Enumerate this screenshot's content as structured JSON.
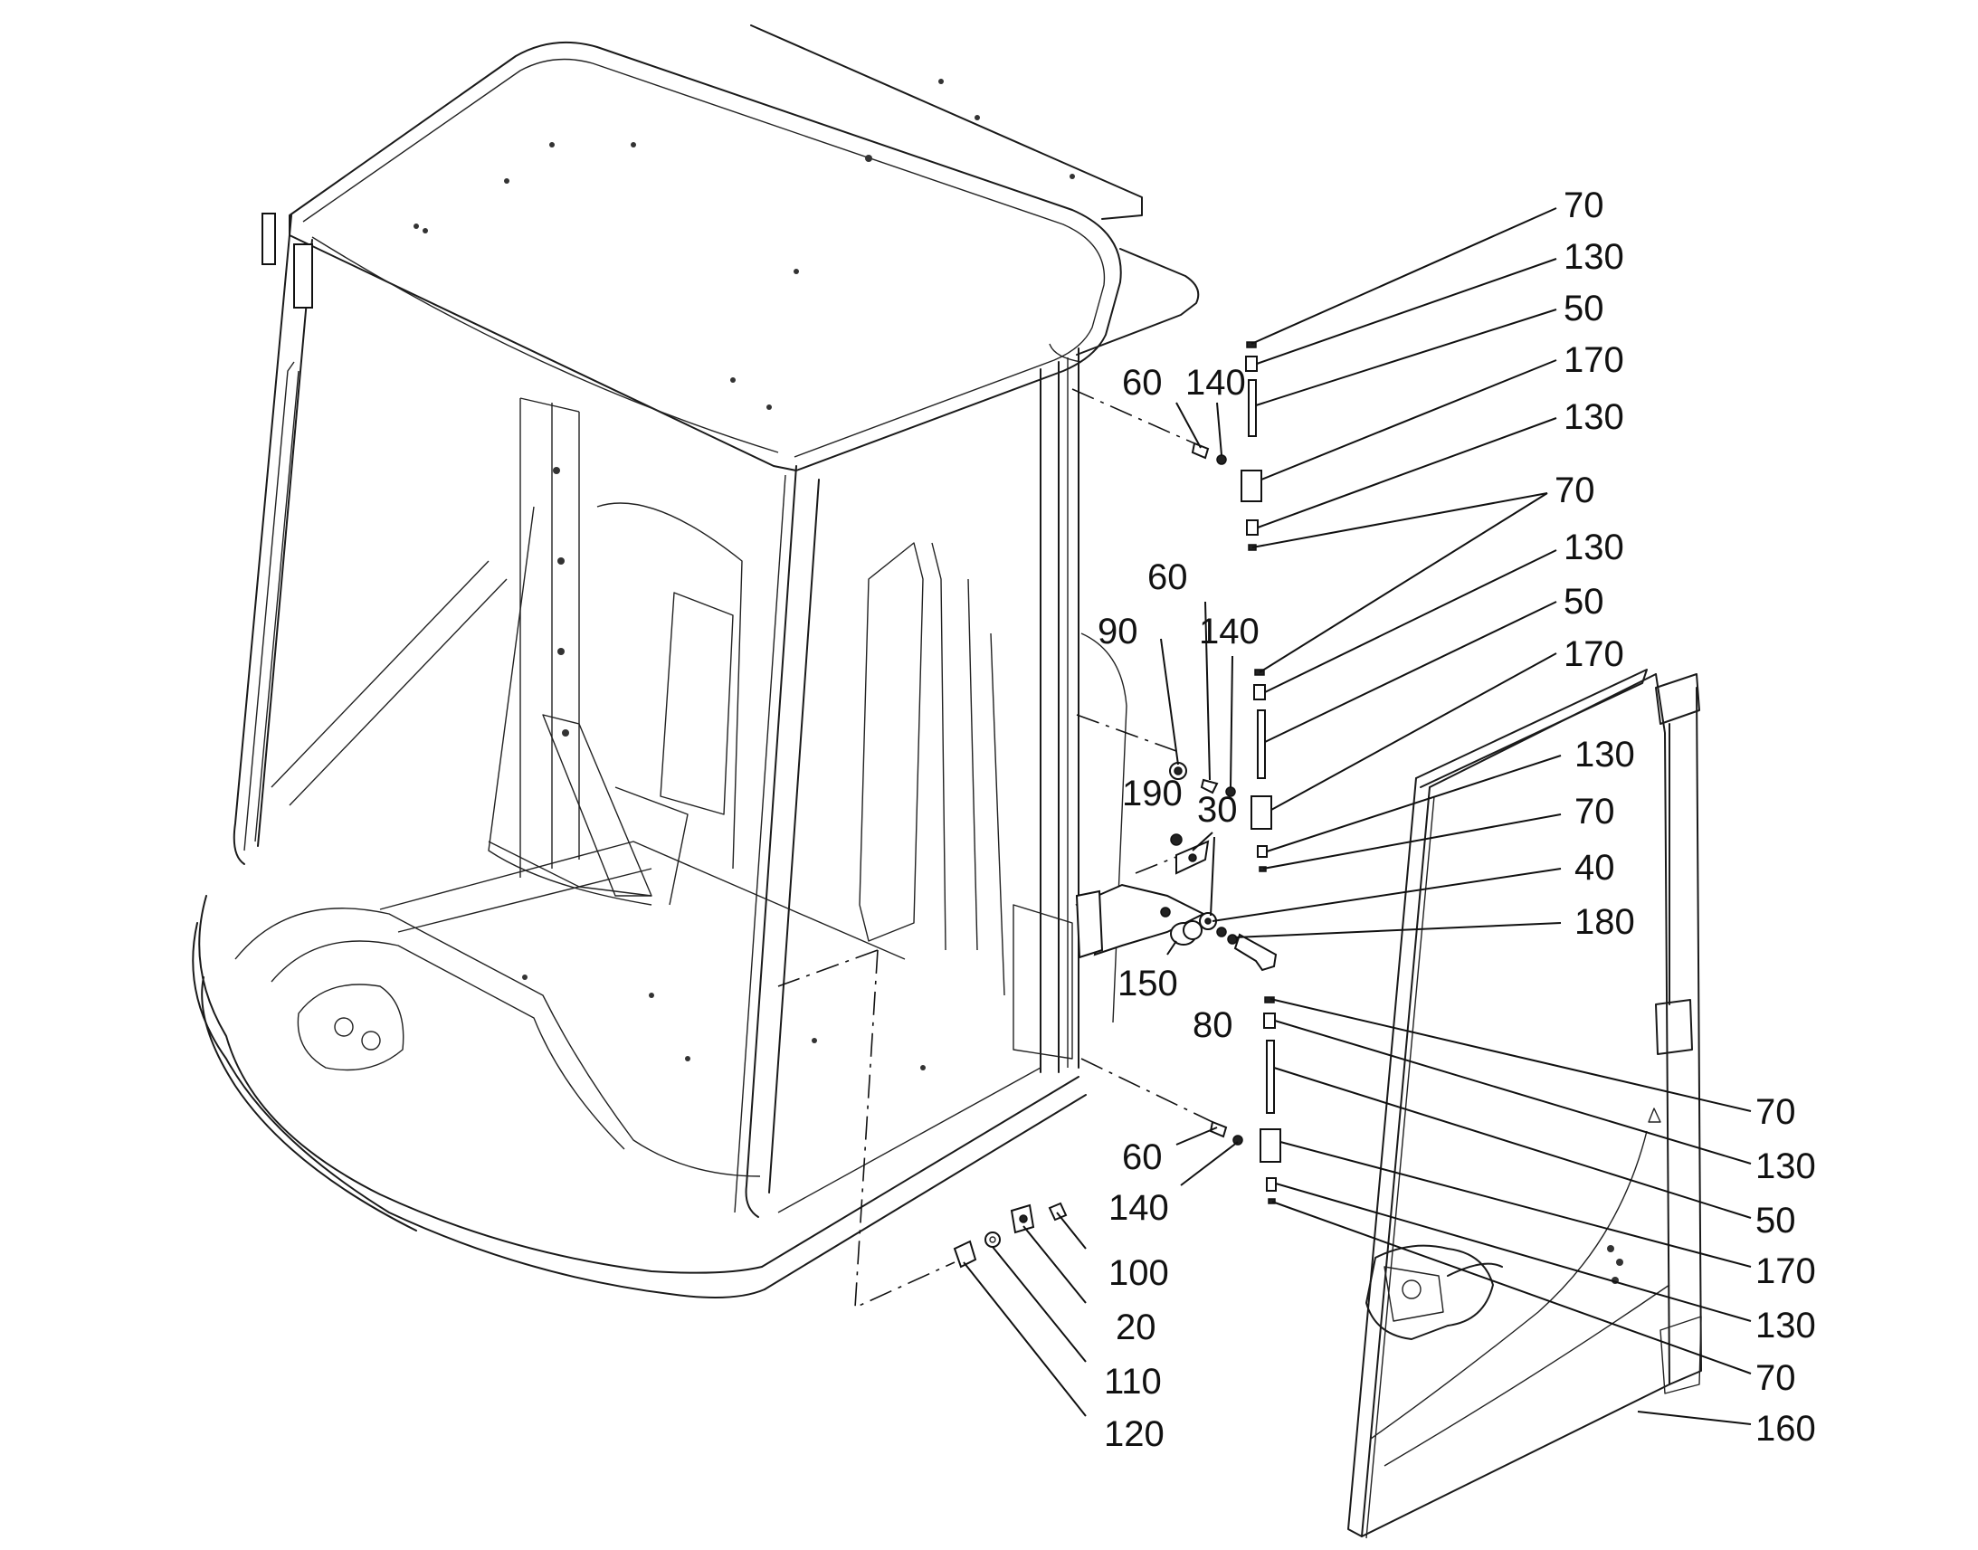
{
  "callouts": {
    "top_70": "70",
    "top_130": "130",
    "top_50": "50",
    "top_170": "170",
    "top_130b": "130",
    "top_60": "60",
    "top_140": "140",
    "mid_70": "70",
    "mid_130": "130",
    "mid_50": "50",
    "mid_170": "170",
    "mid_60": "60",
    "mid_90": "90",
    "mid_140": "140",
    "mid_130b": "130",
    "mid_70b": "70",
    "mid_190": "190",
    "mid_30": "30",
    "mid_40": "40",
    "mid_180": "180",
    "mid_150": "150",
    "mid_80": "80",
    "bot_70": "70",
    "bot_130": "130",
    "bot_50": "50",
    "bot_170": "170",
    "bot_130b": "130",
    "bot_70b": "70",
    "bot_60": "60",
    "bot_140": "140",
    "bot_100": "100",
    "bot_20": "20",
    "bot_110": "110",
    "bot_120": "120",
    "door_160": "160"
  }
}
